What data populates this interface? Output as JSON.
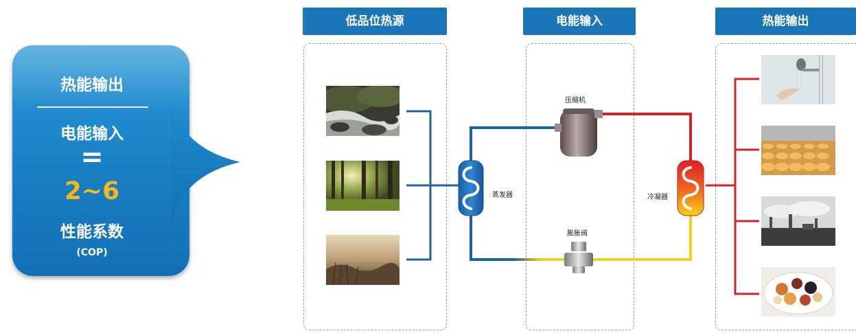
{
  "cop_panel": {
    "output_label": "热能输出",
    "input_label": "电能输入",
    "equals": "=",
    "value": "2~6",
    "name": "性能系数",
    "abbr": "(COP)"
  },
  "sections": {
    "source": "低品位热源",
    "power": "电能输入",
    "output": "热能输出"
  },
  "components": {
    "compressor": "压缩机",
    "evaporator": "蒸发器",
    "condenser": "冷凝器",
    "expansion_valve": "膨胀阀"
  },
  "colors": {
    "header_blue": "#1a76b8",
    "pipe_blue": "#1f5fa3",
    "pipe_red": "#d32229",
    "pipe_yellow": "#ead21f",
    "value_yellow": "#f6b71c"
  }
}
